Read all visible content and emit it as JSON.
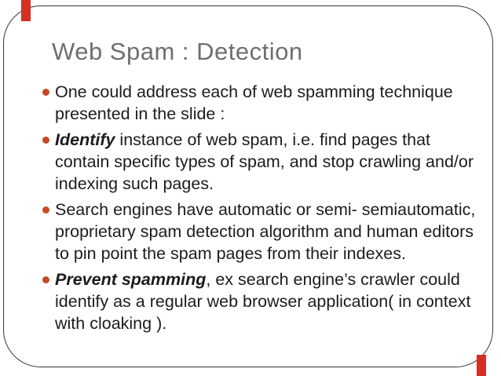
{
  "slide": {
    "title": "Web Spam : Detection",
    "bullets": [
      {
        "lead": "",
        "rest": "One could address each of web spamming technique presented in the slide :"
      },
      {
        "lead": "Identify",
        "rest": " instance of web spam, i.e. find pages that contain specific types of spam, and stop crawling and/or indexing such pages."
      },
      {
        "lead": "",
        "rest": "Search engines have automatic or semi- semiautomatic, proprietary spam detection algorithm and human editors to pin point the spam pages from their indexes."
      },
      {
        "lead": "Prevent spamming",
        "rest": ", ex search engine’s crawler could identify as a regular web browser application( in context with cloaking )."
      }
    ]
  },
  "colors": {
    "background": "#ffffff",
    "frame_border": "#383838",
    "title_text": "#6f6f6f",
    "body_text": "#1c1c1c",
    "bullet_dot": "#c44a23",
    "clip_marker_red": "#d43023"
  }
}
